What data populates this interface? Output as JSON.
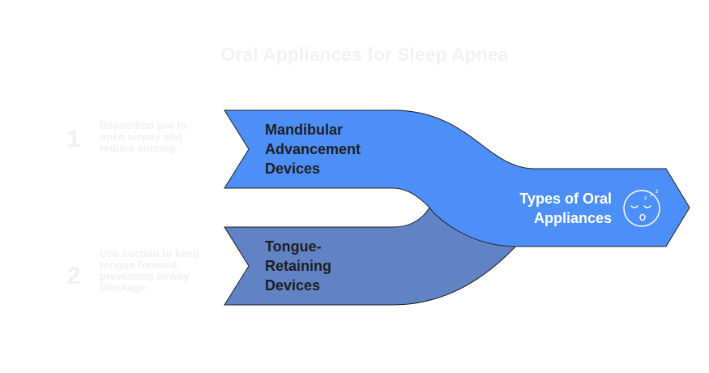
{
  "title": "Oral Appliances for Sleep Apnea",
  "steps": [
    {
      "number": "1",
      "description": "Reposition jaw to\nopen airway and\nreduce snoring."
    },
    {
      "number": "2",
      "description": "Use suction to keep\ntongue forward,\npreventing airway\nblockage."
    }
  ],
  "branches": [
    {
      "label": "Mandibular\nAdvancement\nDevices",
      "color": "#4d8ff9"
    },
    {
      "label": "Tongue-\nRetaining\nDevices",
      "color": "#5f83c4"
    }
  ],
  "result": {
    "label": "Types of Oral\nAppliances",
    "color": "#4d8ff9",
    "icon": "sleeping-face-icon"
  },
  "colors": {
    "outline": "#1e1e1e",
    "faded_text": "#f0f0f0"
  }
}
